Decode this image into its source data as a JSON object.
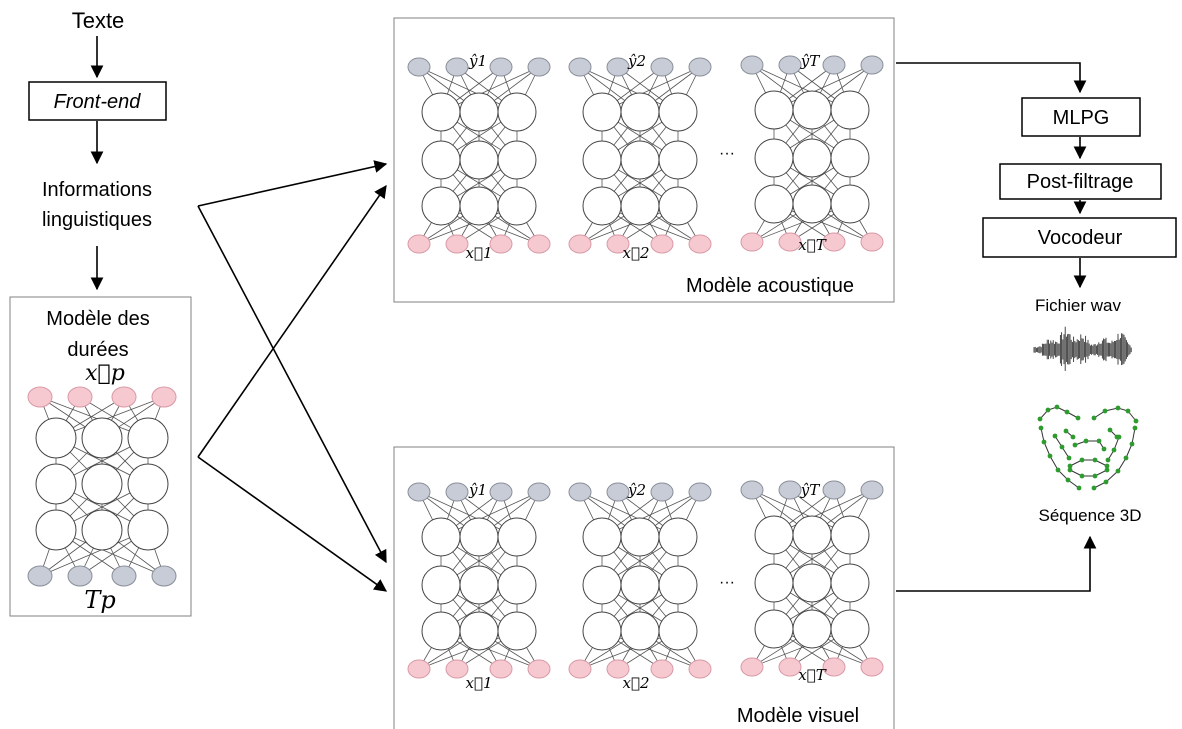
{
  "pipeline": {
    "text_label": "Texte",
    "frontend_label": "Front-end",
    "ling_info_line1": "Informations",
    "ling_info_line2": "linguistiques",
    "mlpg_label": "MLPG",
    "postfilter_label": "Post-filtrage",
    "vocoder_label": "Vocodeur",
    "wav_label": "Fichier wav",
    "seq3d_label": "Séquence 3D"
  },
  "duration_model": {
    "title_line1": "Modèle des",
    "title_line2": "durées",
    "input_symbol": "x⃗p",
    "output_symbol": "Tp"
  },
  "acoustic_model": {
    "title": "Modèle acoustique",
    "ellipsis": "···",
    "outputs": [
      "ŷ1",
      "ŷ2",
      "ŷT"
    ],
    "inputs": [
      "x⃗1",
      "x⃗2",
      "x⃗T"
    ]
  },
  "visual_model": {
    "title": "Modèle visuel",
    "ellipsis": "···",
    "outputs": [
      "ŷ1",
      "ŷ2",
      "ŷT"
    ],
    "inputs": [
      "x⃗1",
      "x⃗2",
      "x⃗T"
    ]
  },
  "colors": {
    "output_node": "#c8ccd6",
    "input_node": "#f6c9d1",
    "point_cloud": "#2e9b2e"
  }
}
